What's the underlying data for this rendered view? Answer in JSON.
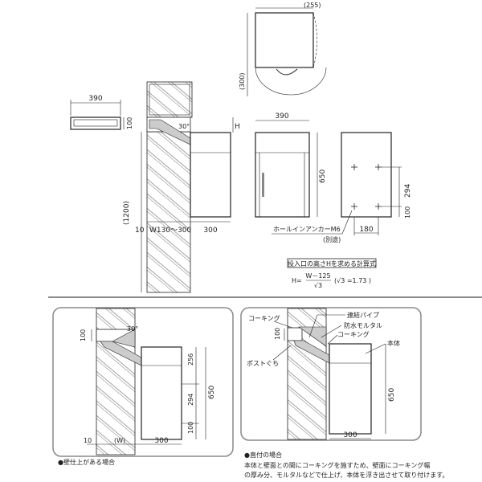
{
  "top": {
    "dim_390_left": "390",
    "dim_100_left": "100",
    "dim_1200": "(1200)",
    "angle_30": "30°",
    "dim_H": "H",
    "dim_10": "10",
    "dim_w_range": "W130～300",
    "dim_300": "300",
    "dim_255": "(255)",
    "dim_300_paren": "(300)",
    "dim_390_front": "390",
    "dim_650": "650",
    "dim_294": "294",
    "dim_100_back": "100",
    "dim_180": "180",
    "anchor_label": "ホールインアンカーM6",
    "anchor_note": "(別途)",
    "formula_title": "投入口の高さHを求める計算式",
    "formula_lhs": "H=",
    "formula_num": "W－125",
    "formula_den": "√3",
    "formula_note": "(√3 =1.73 )"
  },
  "panel_left": {
    "dim_100": "100",
    "angle_30": "30°",
    "dim_256": "256",
    "dim_650": "650",
    "dim_294": "294",
    "dim_100_bottom": "100",
    "dim_10": "10",
    "dim_w": "(W)",
    "dim_300": "300",
    "caption": "●壁仕上がある場合"
  },
  "panel_right": {
    "label_caulking_1": "コーキング",
    "label_pipe": "連結パイプ",
    "label_mortar": "防水モルタル",
    "label_caulking_2": "コーキング",
    "label_body": "本体",
    "label_post_mouth": "ポストぐち",
    "dim_100": "100",
    "dim_650": "650",
    "dim_300": "300",
    "caption": "●直付の場合",
    "note_line1": "本体と壁面との間にコーキングを施すため、壁面にコーキング幅",
    "note_line2": "の厚み分、モルタルなどで仕上げ、本体を浮き出させて取り付けます。"
  }
}
